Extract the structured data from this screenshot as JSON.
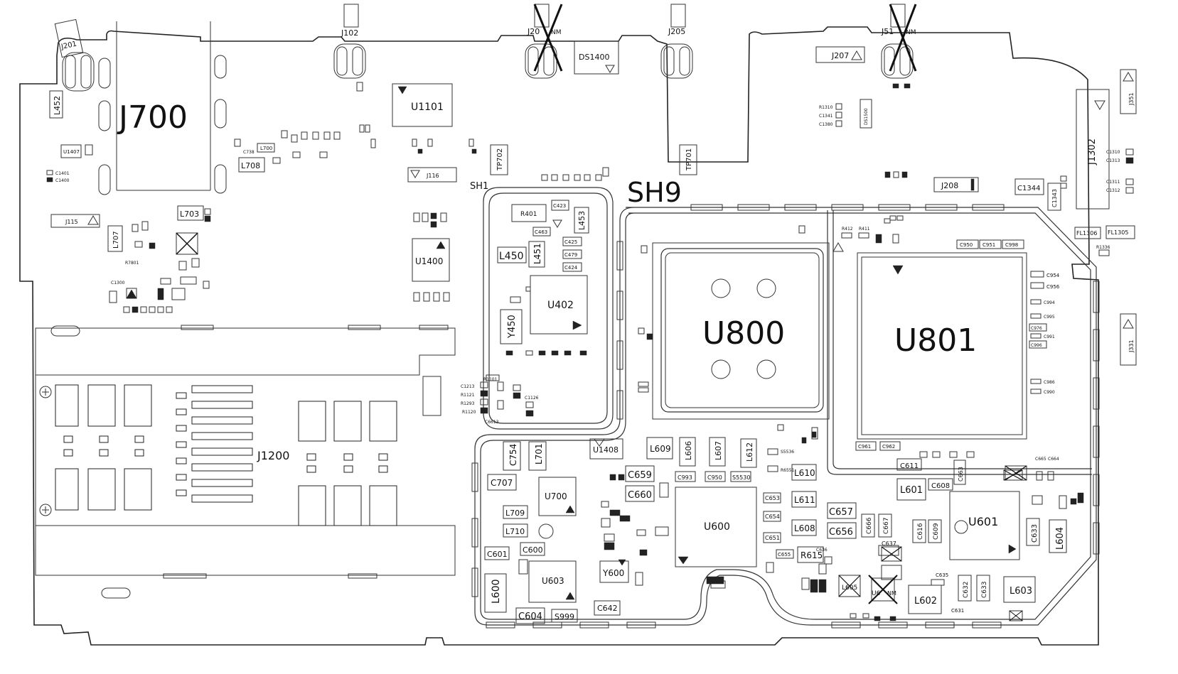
{
  "connectors": {
    "j700": "J700",
    "j201": "J201",
    "j102": "J102",
    "j20nm": "J20",
    "j205": "J205",
    "j51nm": "J51",
    "nm": "NM",
    "j207": "J207",
    "j208": "J208",
    "j1302": "J1302",
    "j115": "J115",
    "j116": "J116",
    "j1200": "J1200",
    "j351": "J351",
    "j331": "J331"
  },
  "chips": {
    "u800": "U800",
    "u801": "U801",
    "u1101": "U1101",
    "u1400": "U1400",
    "u402": "U402",
    "u600": "U600",
    "u601": "U601",
    "u603": "U603",
    "u700": "U700",
    "u1407": "U1407",
    "u1408": "U1408",
    "y450": "Y450",
    "y600": "Y600",
    "ds1400": "DS1400",
    "ds1500": "DS1500",
    "r401": "R401",
    "r615": "R615",
    "s999": "S999",
    "u6nm": "U6"
  },
  "shields": {
    "sh1": "SH1",
    "sh9": "SH9"
  },
  "testpoints": {
    "tp702": "TP702",
    "tp701": "TP701"
  },
  "filters": {
    "fl1306": "FL1306",
    "fl1305": "FL1305"
  },
  "inductors": {
    "l452": "L452",
    "l708": "L708",
    "l703": "L703",
    "l707": "L707",
    "l450": "L450",
    "l451": "L451",
    "l453": "L453",
    "l609": "L609",
    "l606": "L606",
    "l607": "L607",
    "l612": "L612",
    "l610": "L610",
    "l611": "L611",
    "l608": "L608",
    "l601": "L601",
    "l602": "L602",
    "l603": "L603",
    "l604": "L604",
    "l605": "L605",
    "l600": "L600",
    "l701": "L701",
    "l709": "L709",
    "l710": "L710",
    "l700": "L700"
  },
  "capacitors": {
    "c754": "C754",
    "c707": "C707",
    "c659": "C659",
    "c660": "C660",
    "c601": "C601",
    "c600": "C600",
    "c604": "C604",
    "c642": "C642",
    "c657": "C657",
    "c656": "C656",
    "c666": "C666",
    "c667": "C667",
    "c616": "C616",
    "c609": "C609",
    "c611": "C611",
    "c608": "C608",
    "c633": "C633",
    "c632": "C632",
    "c631": "C631",
    "c1344": "C1344",
    "c1343": "C1343",
    "c950": "C950",
    "c951": "C951",
    "c998": "C998",
    "c954": "C954",
    "c956": "C956",
    "c994": "C994",
    "c995": "C995",
    "c976": "C976",
    "c991": "C991",
    "c996": "C996",
    "c986": "C986",
    "c990": "C990",
    "c961": "C961",
    "c962": "C962",
    "c993": "C993",
    "c653": "C653",
    "c654": "C654",
    "c651": "C651",
    "c655": "C655",
    "c423": "C423",
    "c425": "C425",
    "c479": "C479",
    "c424": "C424",
    "c463": "C463",
    "c1300": "C1300",
    "c1400": "C1400",
    "c1401": "C1401",
    "c1310": "C1310",
    "c1313": "C1313",
    "c1311": "C1311",
    "c1312": "C1312",
    "c1341": "C1341",
    "c1380": "C1380",
    "c637": "C637",
    "c636": "C636",
    "c635": "C635",
    "c664": "C664",
    "c665": "C665",
    "c663": "C663",
    "c1213": "C1213",
    "c1126": "C1126",
    "c6613": "C6613",
    "c738": "C738"
  },
  "resistors": {
    "r1310": "R1310",
    "r7801": "R7801",
    "r1121": "R1121",
    "r1293": "R1293",
    "r1336": "R1336",
    "r1101": "R1101",
    "r1120": "R1120",
    "s5530": "S5530",
    "s5536": "S5536",
    "r6551": "R6551",
    "r412": "R412",
    "r411": "R411"
  }
}
